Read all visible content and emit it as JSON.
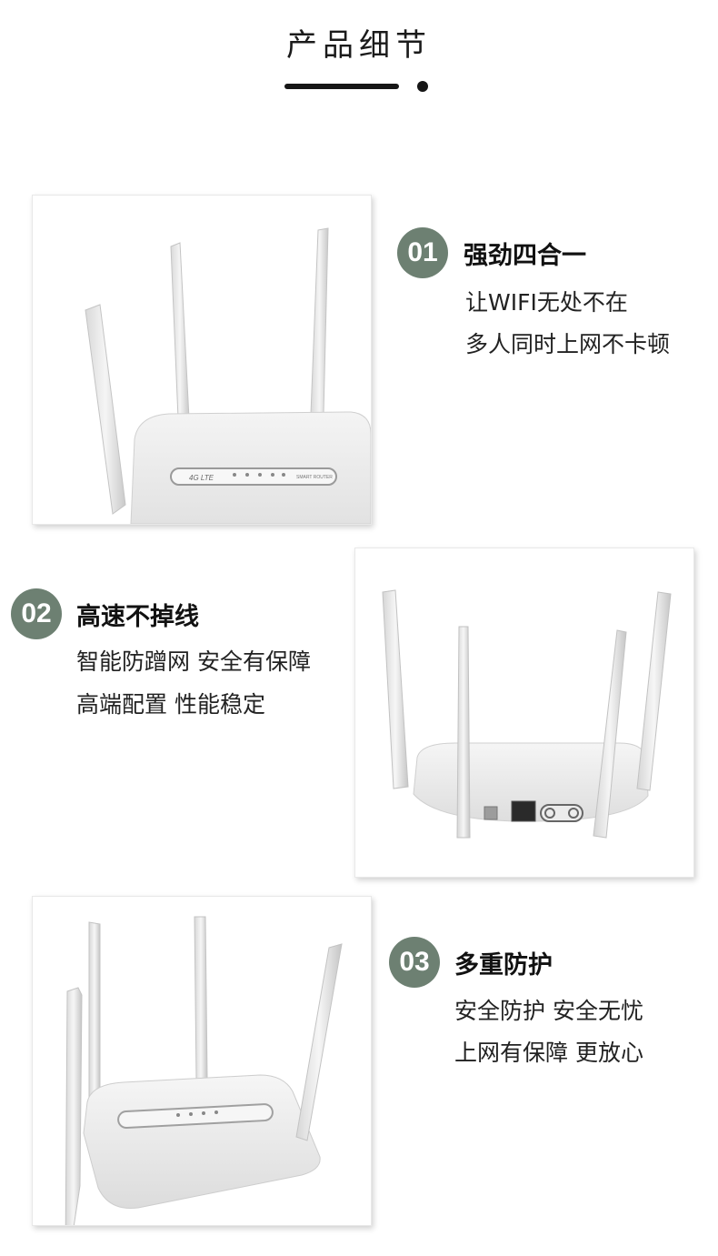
{
  "header": {
    "title": "产品细节"
  },
  "features": [
    {
      "number": "01",
      "title": "强劲四合一",
      "lines": [
        "让WIFI无处不在",
        "多人同时上网不卡顿"
      ]
    },
    {
      "number": "02",
      "title": "高速不掉线",
      "lines": [
        "智能防蹭网 安全有保障",
        "高端配置 性能稳定"
      ]
    },
    {
      "number": "03",
      "title": "多重防护",
      "lines": [
        "安全防护 安全无忧",
        "上网有保障 更放心"
      ]
    }
  ],
  "colors": {
    "badge": "#6d8072",
    "header_bar": "#161616"
  },
  "router_label": {
    "brand_mark": "4G LTE",
    "panel_text": "SMART ROUTER"
  }
}
